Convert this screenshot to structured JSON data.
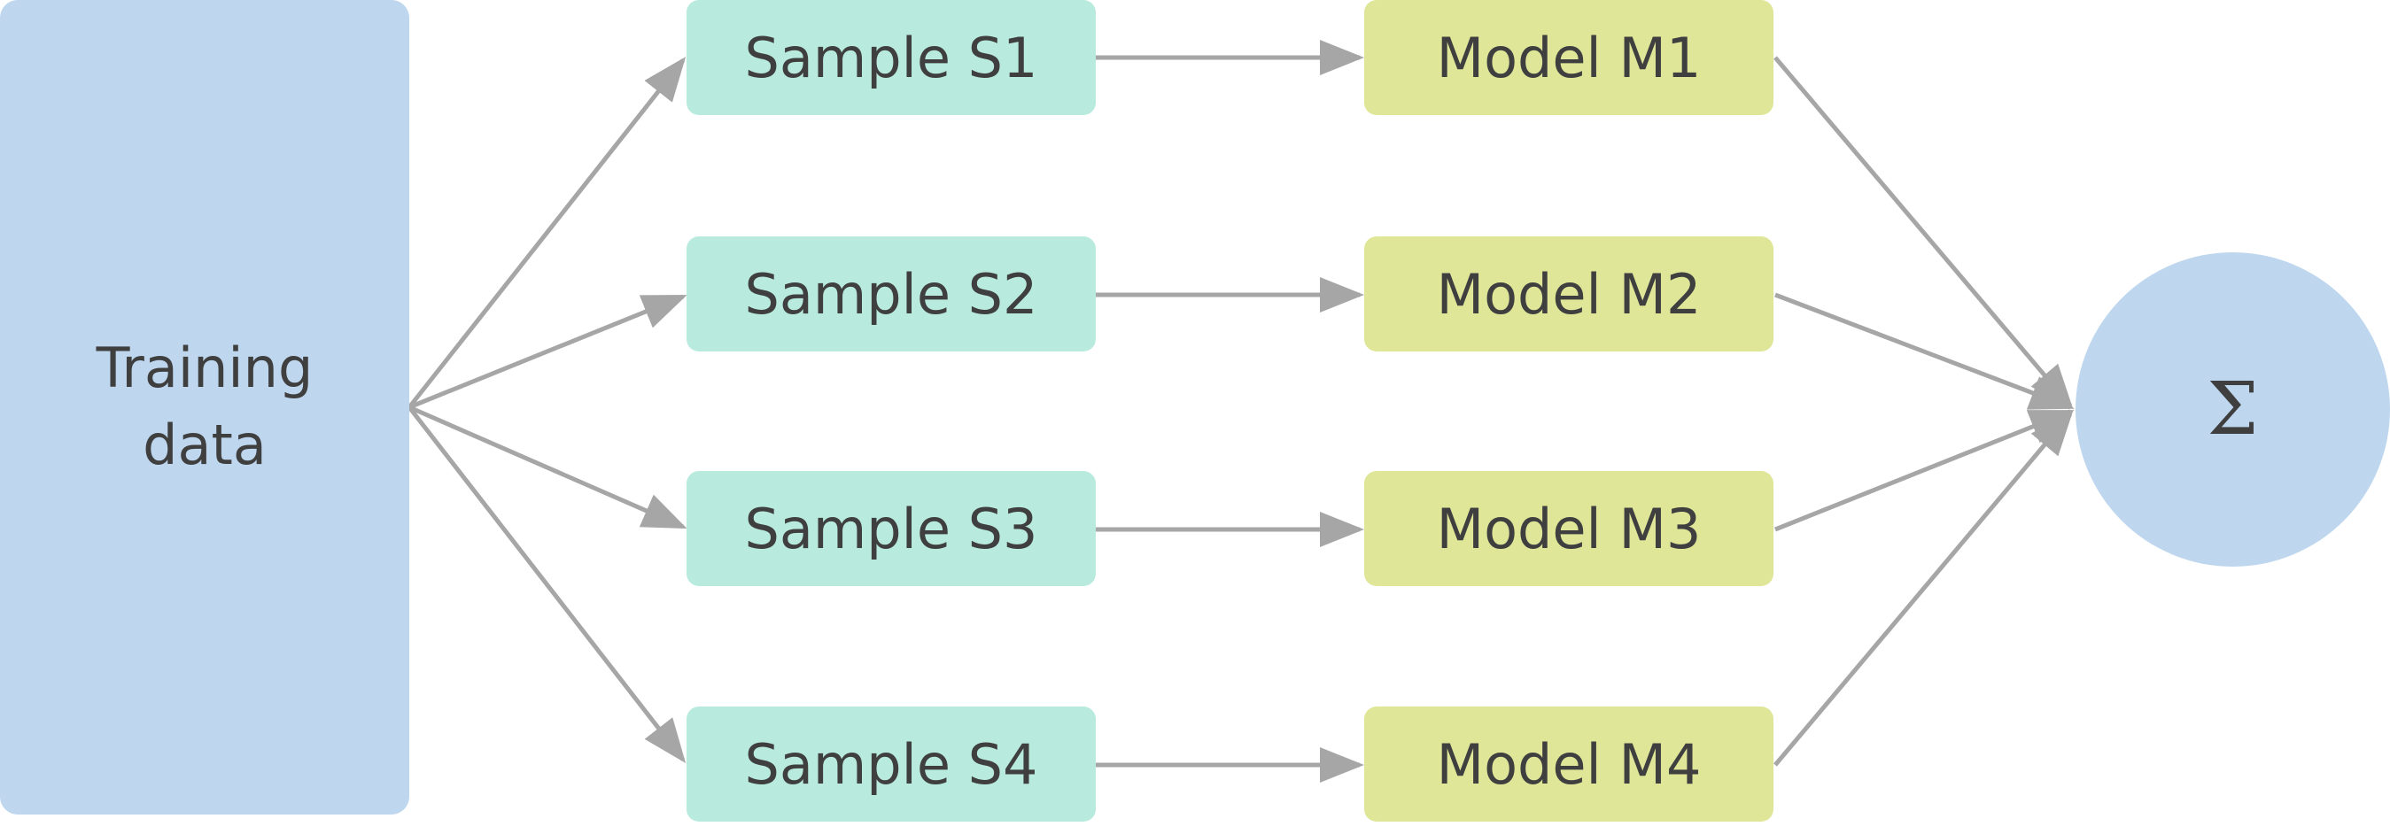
{
  "diagram": {
    "training": {
      "line1": "Training",
      "line2": "data"
    },
    "samples": [
      {
        "label": "Sample S1"
      },
      {
        "label": "Sample S2"
      },
      {
        "label": "Sample S3"
      },
      {
        "label": "Sample S4"
      }
    ],
    "models": [
      {
        "label": "Model M1"
      },
      {
        "label": "Model M2"
      },
      {
        "label": "Model M3"
      },
      {
        "label": "Model M4"
      }
    ],
    "aggregate": {
      "symbol": "Σ"
    },
    "colors": {
      "training": "#bed7ee",
      "sample": "#b8ebde",
      "model": "#dfe698",
      "aggregate": "#bed7ee",
      "arrow": "#a6a6a6",
      "text": "#3f3f3f"
    }
  }
}
